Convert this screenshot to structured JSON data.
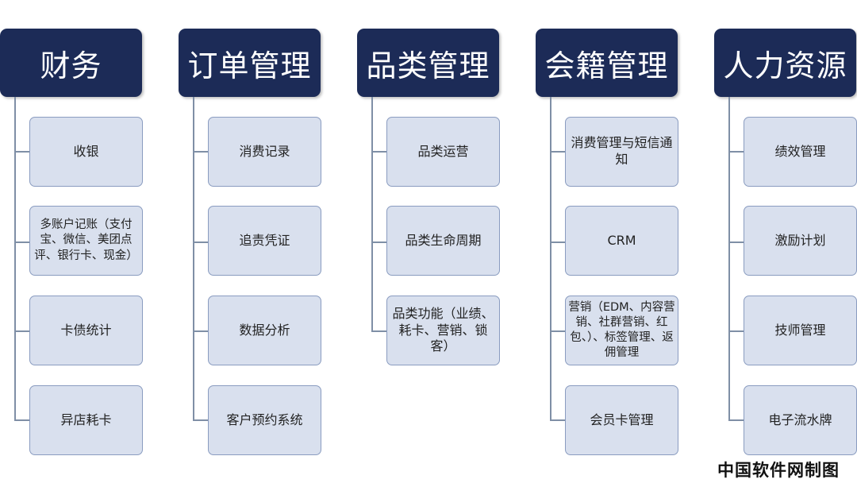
{
  "columns": [
    {
      "title": "财务",
      "items": [
        "收银",
        "多账户记账（支付宝、微信、美团点评、银行卡、现金）",
        "卡债统计",
        "异店耗卡"
      ]
    },
    {
      "title": "订单管理",
      "items": [
        "消费记录",
        "追责凭证",
        "数据分析",
        "客户预约系统"
      ]
    },
    {
      "title": "品类管理",
      "items": [
        "品类运营",
        "品类生命周期",
        "品类功能（业绩、耗卡、营销、锁客）"
      ]
    },
    {
      "title": "会籍管理",
      "items": [
        "消费管理与短信通知",
        "CRM",
        "营销（EDM、内容营销、社群营销、红包、）、标签管理、返佣管理",
        "会员卡管理"
      ]
    },
    {
      "title": "人力资源",
      "items": [
        "绩效管理",
        "激励计划",
        "技师管理",
        "电子流水牌"
      ]
    }
  ],
  "watermark": "中国软件网制图",
  "colors": {
    "header_bg": "#1c2b57",
    "box_bg": "#d9e0ee",
    "box_border": "#8a9cc0",
    "connector": "#7f8fa6"
  }
}
